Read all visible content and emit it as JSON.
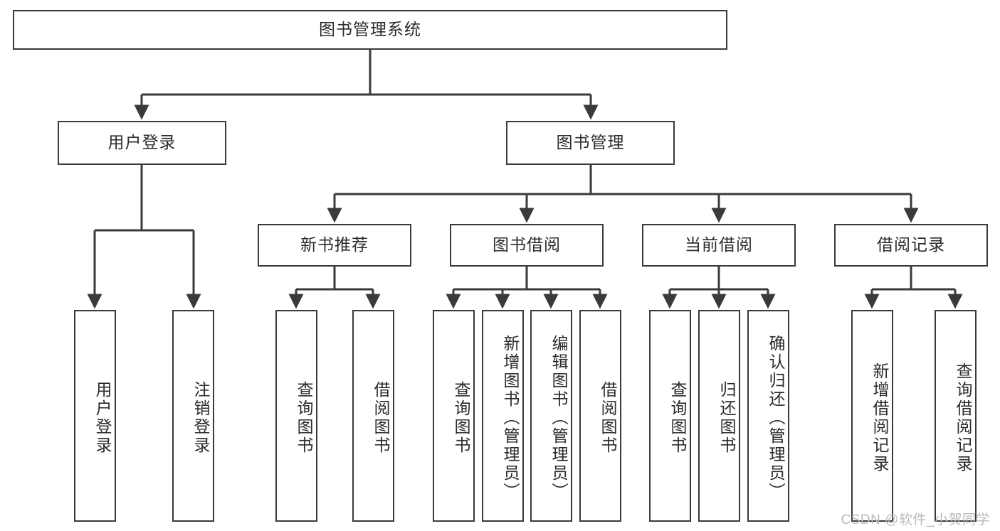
{
  "diagram": {
    "title_text": "图书管理系统",
    "type": "hierarchy-tree",
    "stroke_color": "#3a3a3a",
    "text_color": "#2b2b2b",
    "background_color": "#ffffff",
    "watermark": "CSDN @软件_小贺同学",
    "root": {
      "label": "图书管理系统"
    },
    "level1": [
      {
        "label": "用户登录"
      },
      {
        "label": "图书管理"
      }
    ],
    "level2": [
      {
        "label": "新书推荐"
      },
      {
        "label": "图书借阅"
      },
      {
        "label": "当前借阅"
      },
      {
        "label": "借阅记录"
      }
    ],
    "leaves": {
      "user_login": [
        {
          "label": "用户登录"
        },
        {
          "label": "注销登录"
        }
      ],
      "new_book_recommend": [
        {
          "label": "查询图书"
        },
        {
          "label": "借阅图书"
        }
      ],
      "book_borrow": [
        {
          "label": "查询图书"
        },
        {
          "label": "新增图书（管理员）"
        },
        {
          "label": "编辑图书（管理员）"
        },
        {
          "label": "借阅图书"
        }
      ],
      "current_borrow": [
        {
          "label": "查询图书"
        },
        {
          "label": "归还图书"
        },
        {
          "label": "确认归还（管理员）"
        }
      ],
      "borrow_record": [
        {
          "label": "新增借阅记录"
        },
        {
          "label": "查询借阅记录"
        }
      ]
    }
  }
}
